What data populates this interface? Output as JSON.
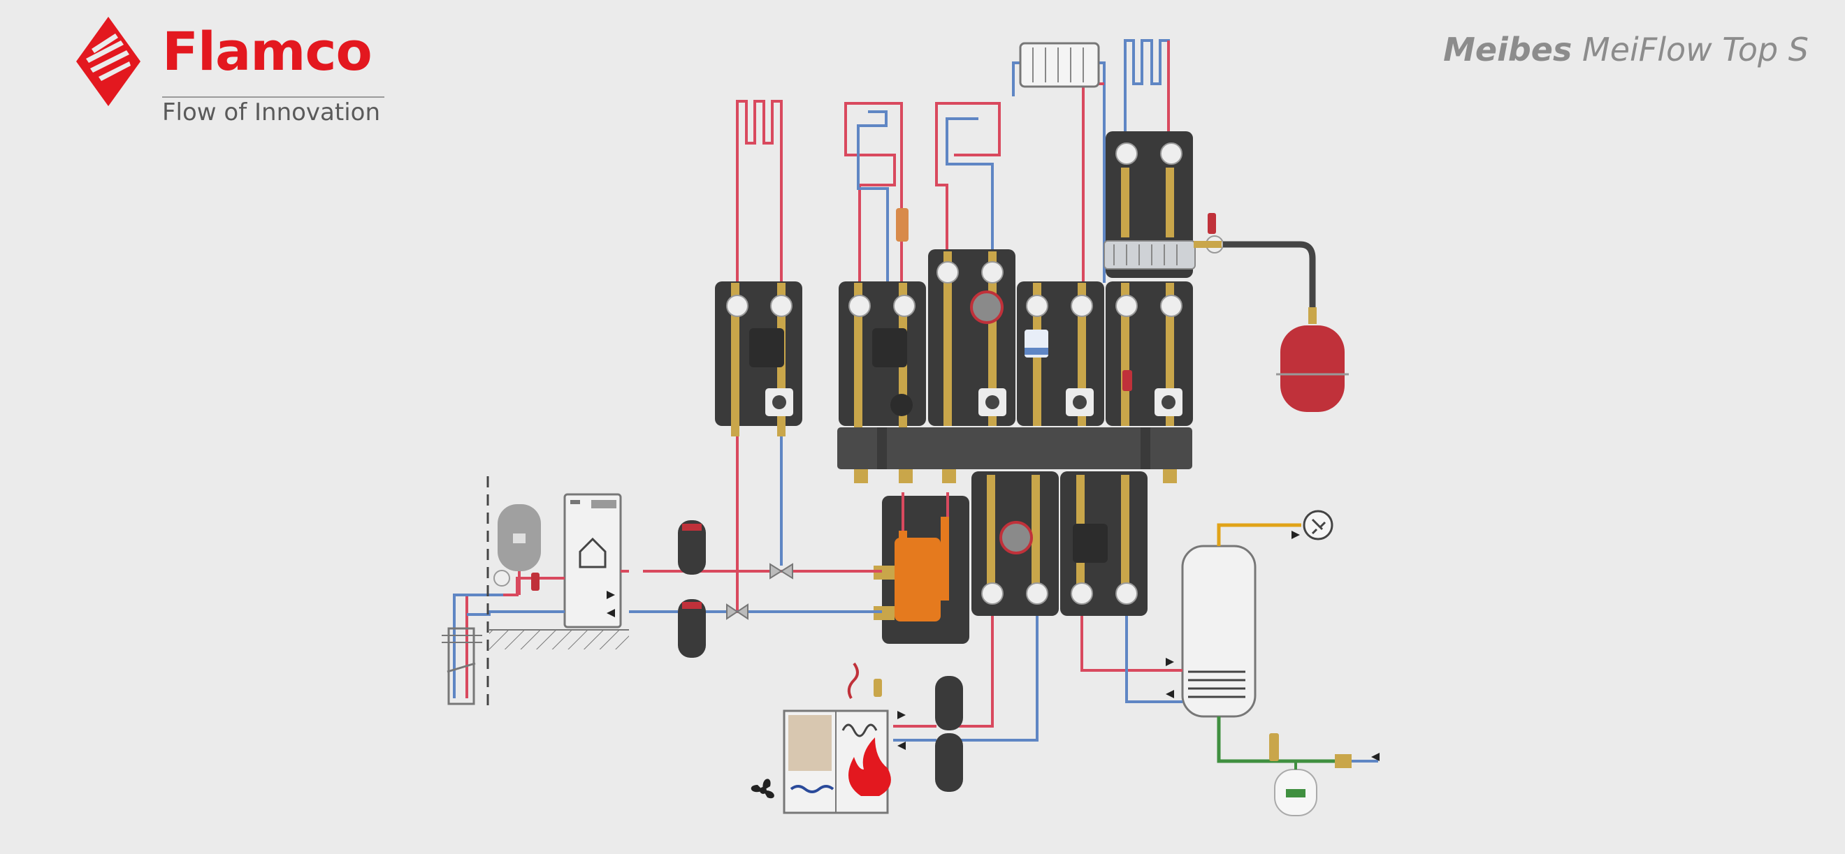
{
  "brand": {
    "name": "Flamco",
    "tagline": "Flow of Innovation",
    "color": "#e3181f"
  },
  "product": {
    "brand_word": "Meibes",
    "model": "MeiFlow Top S"
  },
  "colors": {
    "flow": "#d9495e",
    "return": "#5f86c4",
    "dhw": "#e0a318",
    "cold_water": "#3f8f3f",
    "module": "#3a3a3a",
    "brass": "#c9a64a",
    "separator": "#e57a1e",
    "vessel": "#c0313a"
  },
  "icons": {
    "brand_logo": "diamond-stripes-logo",
    "heat_pump": "house-heat-pump-icon",
    "flame": "flame-icon",
    "fan": "fan-icon",
    "shower": "shower-icon",
    "exhaust": "smoke-icon"
  }
}
